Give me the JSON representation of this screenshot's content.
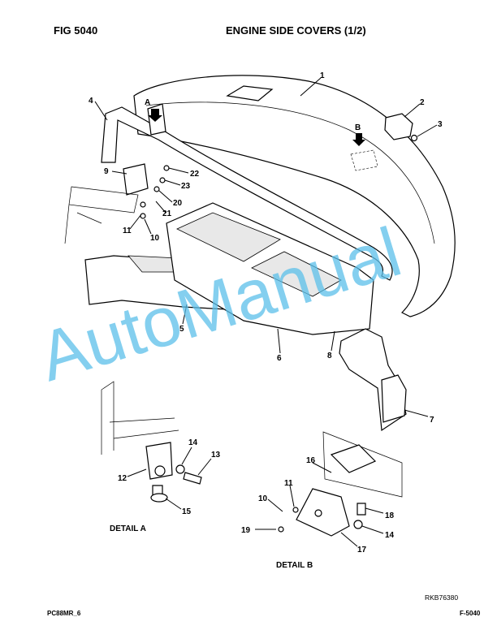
{
  "header": {
    "fig_label": "FIG    5040",
    "title": "ENGINE SIDE COVERS (1/2)"
  },
  "callouts": {
    "c1": "1",
    "c2": "2",
    "c3": "3",
    "c4": "4",
    "c5": "5",
    "c6": "6",
    "c7": "7",
    "c8": "8",
    "c9": "9",
    "c10": "10",
    "c11": "11",
    "c12": "12",
    "c13": "13",
    "c14": "14",
    "c15": "15",
    "c16": "16",
    "c17": "17",
    "c18": "18",
    "c19": "19",
    "c20": "20",
    "c21": "21",
    "c22": "22",
    "c23": "23",
    "view_a": "A",
    "view_b": "B"
  },
  "details": {
    "detail_a": "DETAIL A",
    "detail_b": "DETAIL B"
  },
  "watermark": "AutoManual",
  "footer": {
    "drawing_ref": "RKB76380",
    "model": "PC88MR_6",
    "page": "F-5040"
  }
}
